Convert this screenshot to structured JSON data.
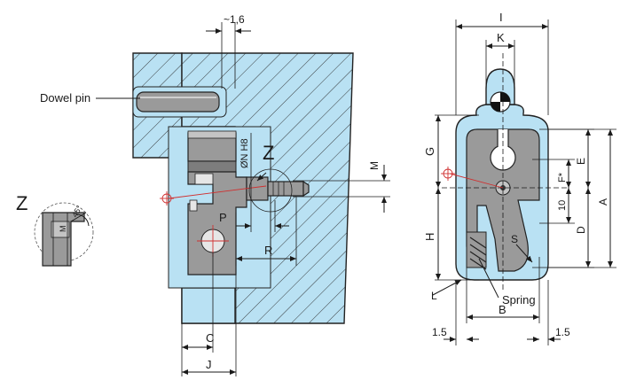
{
  "labels": {
    "dowel_pin": "Dowel pin",
    "z_main": "Z",
    "z_detail": "Z",
    "on_h8": "ØN H8",
    "spring": "Spring",
    "dim_1_6": "~1,6",
    "dim_M_left": "M",
    "dim_M_detail": "M",
    "dim_45": "45°",
    "dim_P": "P",
    "dim_R": "R",
    "dim_C": "C",
    "dim_J": "J",
    "dim_I": "I",
    "dim_K": "K",
    "dim_G": "G",
    "dim_E": "E",
    "dim_F": "F*",
    "dim_A": "A",
    "dim_10": "10",
    "dim_D": "D",
    "dim_H": "H",
    "dim_S": "S",
    "dim_L": "L",
    "dim_B": "B",
    "dim_1_5_left": "1.5",
    "dim_1_5_right": "1.5"
  },
  "colors": {
    "part_fill": "#b9e1f3",
    "steel": "#9a9a9a",
    "outline": "#222222",
    "axis": "#d03030"
  }
}
